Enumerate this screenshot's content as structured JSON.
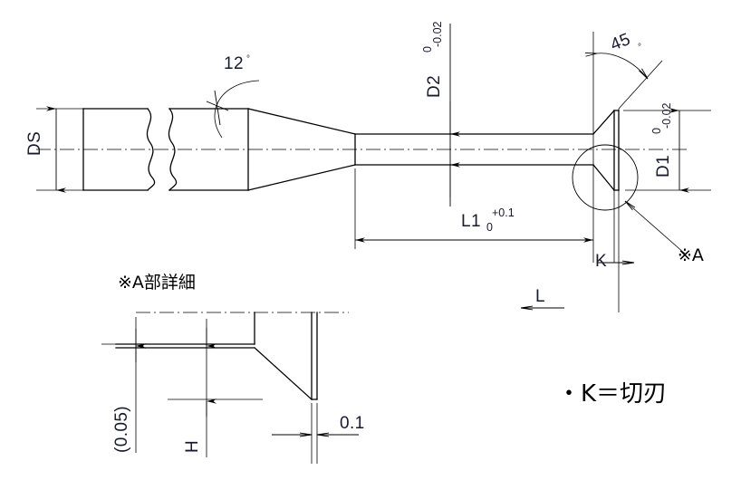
{
  "drawing": {
    "title_detail": "※A部詳細",
    "note_k": "・K＝切刃",
    "callout_a": "※A",
    "labels": {
      "ds": "DS",
      "d1": "D1",
      "d1_upper_tol": "0",
      "d1_lower_tol": "-0.02",
      "d2": "D2",
      "d2_upper_tol": "0",
      "d2_lower_tol": "-0.02",
      "l1": "L1",
      "l1_upper_tol": "+0.1",
      "l1_lower_tol": "0",
      "k": "K",
      "l": "L",
      "h": "H",
      "angle_12": "12",
      "angle_12_unit": "°",
      "angle_45": "45",
      "angle_45_unit": "°",
      "tol_005": "(0.05)",
      "dim_01": "0.1"
    }
  }
}
